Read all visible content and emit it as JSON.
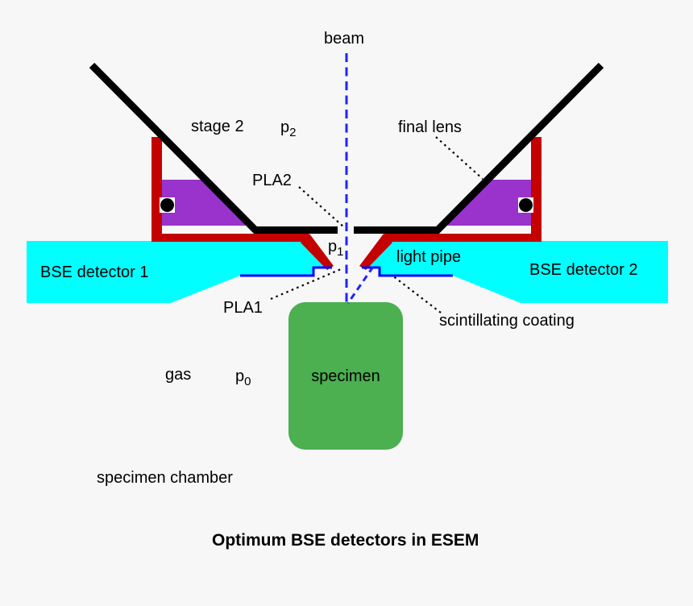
{
  "title": "Optimum BSE detectors in ESEM",
  "labels": {
    "beam": "beam",
    "stage2": "stage 2",
    "final_lens": "final lens",
    "pla2": "PLA2",
    "light_pipe": "light pipe",
    "bse_detector_1": "BSE detector 1",
    "bse_detector_2": "BSE detector 2",
    "pla1": "PLA1",
    "scintillating_coating": "scintillating coating",
    "gas": "gas",
    "specimen": "specimen",
    "specimen_chamber": "specimen chamber",
    "p2": {
      "base": "p",
      "sub": "2"
    },
    "p1": {
      "base": "p",
      "sub": "1"
    },
    "p0": {
      "base": "p",
      "sub": "0"
    }
  },
  "colors": {
    "background": "#f7f7f7",
    "detector_cyan": "#00ffff",
    "stage_red": "#c40000",
    "seal_purple": "#9933cc",
    "specimen_green": "#4caf50",
    "coating_blue": "#0000ff",
    "beam_blue": "#2222ff",
    "line_black": "#000000",
    "text_black": "#000000"
  }
}
